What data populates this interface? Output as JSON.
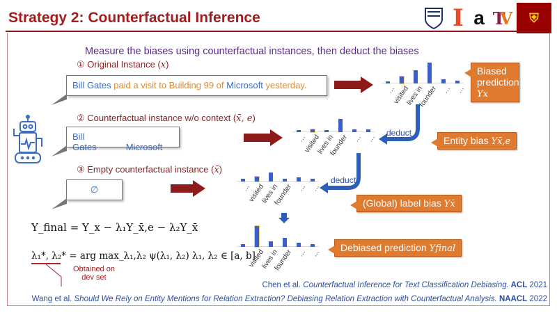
{
  "header": {
    "title": "Strategy 2: Counterfactual Inference",
    "logos": [
      "Penn",
      "Illinois I",
      "Amazon a",
      "Virginia Tech VT",
      "USC seal"
    ]
  },
  "subtitle": "Measure the biases using counterfactual instances, then deduct the biases",
  "steps": [
    {
      "label": "① Original Instance (",
      "math": "x",
      "close": ")"
    },
    {
      "label": "② Counterfactual instance w/o context (",
      "math": "x̄, e",
      "close": ")"
    },
    {
      "label": "③ Empty counterfactual instance (",
      "math": "x̄",
      "close": ")"
    }
  ],
  "instance1": {
    "e1": "Bill Gates",
    "c1": " paid a visit to Building 99 of ",
    "e2": "Microsoft",
    "c2": " yesterday."
  },
  "instance2": {
    "e1": "Bill Gates",
    "e2": "Microsoft"
  },
  "instance3": {
    "text": "∅"
  },
  "callouts": {
    "biased": {
      "text": "Biased prediction ",
      "math": "Yx"
    },
    "entity": {
      "text": "Entity bias ",
      "math": "Yx̄,e"
    },
    "label": {
      "text": "(Global) label bias ",
      "math": "Yx̄"
    },
    "debiased": {
      "text": "Debiased prediction ",
      "math": "Yfinal"
    }
  },
  "deduct_label": "deduct",
  "chart_data": [
    {
      "type": "bar",
      "name": "original",
      "categories": [
        "…",
        "visited",
        "lives in",
        "founder",
        "…",
        "…"
      ],
      "values": [
        0.1,
        0.35,
        0.65,
        1.0,
        0.2,
        0.15
      ],
      "highlight": 1
    },
    {
      "type": "bar",
      "name": "entity",
      "categories": [
        "…",
        "visited",
        "lives in",
        "founder",
        "…",
        "…"
      ],
      "values": [
        0.1,
        0.15,
        0.1,
        0.65,
        0.15,
        0.12
      ],
      "highlight": 1
    },
    {
      "type": "bar",
      "name": "label",
      "categories": [
        "…",
        "visited",
        "lives in",
        "founder",
        "…",
        "…"
      ],
      "values": [
        0.12,
        0.25,
        0.45,
        0.15,
        0.2,
        0.15
      ],
      "highlight": 1
    },
    {
      "type": "bar",
      "name": "debiased",
      "categories": [
        "…",
        "visited",
        "lives in",
        "founder",
        "…",
        "…"
      ],
      "values": [
        0.12,
        1.0,
        0.27,
        0.42,
        0.2,
        0.15
      ],
      "highlight": 1
    }
  ],
  "formulas": {
    "final": "Y_final = Y_x − λ₁Y_x̄,e − λ₂Y_x̄",
    "lambda": "λ₁*, λ₂* = arg max_λ₁,λ₂ ψ(λ₁, λ₂)  λ₁, λ₂ ∈ [a, b]",
    "note": "Obtained on dev set"
  },
  "citations": [
    {
      "authors": "Chen et al. ",
      "title": "Counterfactual Inference for Text Classification Debiasing.",
      "venue": " ACL",
      "year": " 2021"
    },
    {
      "authors": "Wang et al. ",
      "title": "Should We Rely on Entity Mentions for Relation Extraction? Debiasing Relation Extraction with Counterfactual Analysis.",
      "venue": " NAACL",
      "year": " 2022"
    }
  ]
}
